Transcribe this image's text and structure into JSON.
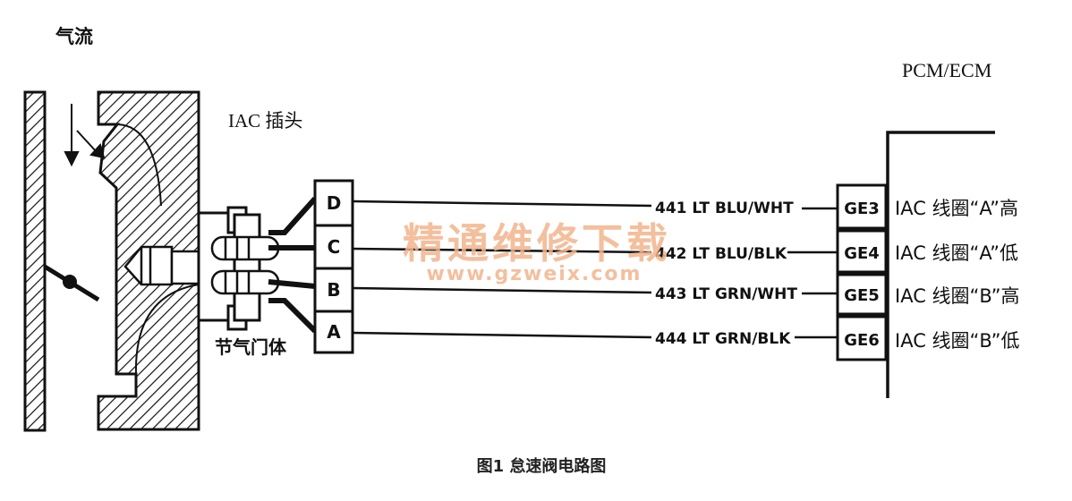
{
  "labels": {
    "airflow": "气流",
    "iac_connector": "IAC 插头",
    "throttle_body": "节气门体",
    "module": "PCM/ECM",
    "caption": "图1 怠速阀电路图"
  },
  "connector_pins": [
    "D",
    "C",
    "B",
    "A"
  ],
  "wires": [
    {
      "circuit": "441 LT BLU/WHT",
      "terminal": "GE3",
      "function": "IAC 线圈“A”高"
    },
    {
      "circuit": "442 LT BLU/BLK",
      "terminal": "GE4",
      "function": "IAC 线圈“A”低"
    },
    {
      "circuit": "443 LT GRN/WHT",
      "terminal": "GE5",
      "function": "IAC 线圈“B”高"
    },
    {
      "circuit": "444 LT GRN/BLK",
      "terminal": "GE6",
      "function": "IAC 线圈“B”低"
    }
  ],
  "watermark": {
    "title": "精通维修下载",
    "url": "www.gzweix.com"
  },
  "colors": {
    "ink": "#111111",
    "watermark": "#f2b48c"
  }
}
